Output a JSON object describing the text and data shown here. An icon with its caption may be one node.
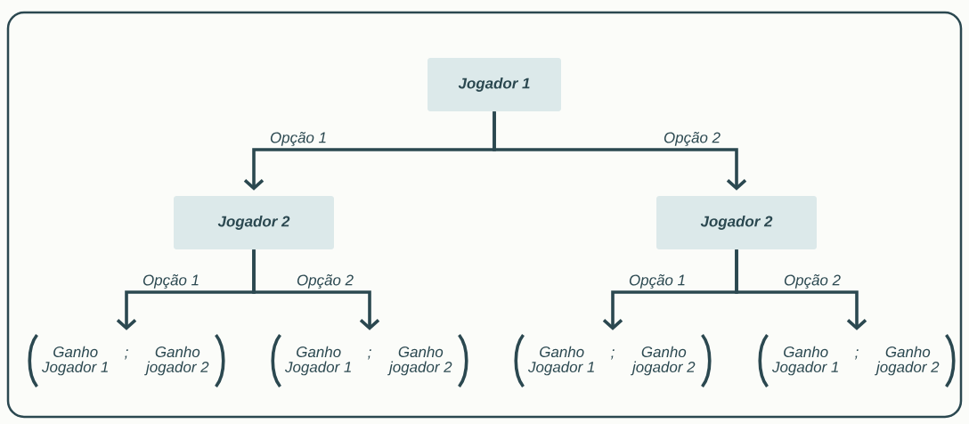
{
  "diagram": {
    "nodes": [
      {
        "text": [
          "Jogador 1"
        ]
      },
      {
        "text": [
          "Jogador 2"
        ]
      },
      {
        "text": [
          "Jogador 2"
        ]
      },
      {
        "text": [
          "Ganho Jogador 1",
          ";",
          "Ganho jogador 2"
        ]
      },
      {
        "text": [
          "Ganho Jogador 1",
          ";",
          "Ganho jogador 2"
        ]
      },
      {
        "text": [
          "Ganho Jogador 1",
          ";",
          "Ganho jogador 2"
        ]
      },
      {
        "text": [
          "Ganho Jogador 1",
          ";",
          "Ganho jogador 2"
        ]
      }
    ],
    "edges": [
      {
        "from": 0,
        "to": 1,
        "arrow": "to",
        "label": "Opção 1"
      },
      {
        "from": 0,
        "to": 2,
        "arrow": "to",
        "label": "Opção 2"
      },
      {
        "from": 1,
        "to": 3,
        "arrow": "to",
        "label": "Opção 1"
      },
      {
        "from": 1,
        "to": 4,
        "arrow": "to",
        "label": "Opção 2"
      },
      {
        "from": 2,
        "to": 5,
        "arrow": "to",
        "label": "Opção 1"
      },
      {
        "from": 2,
        "to": 6,
        "arrow": "to",
        "label": "Opção 2"
      }
    ]
  }
}
